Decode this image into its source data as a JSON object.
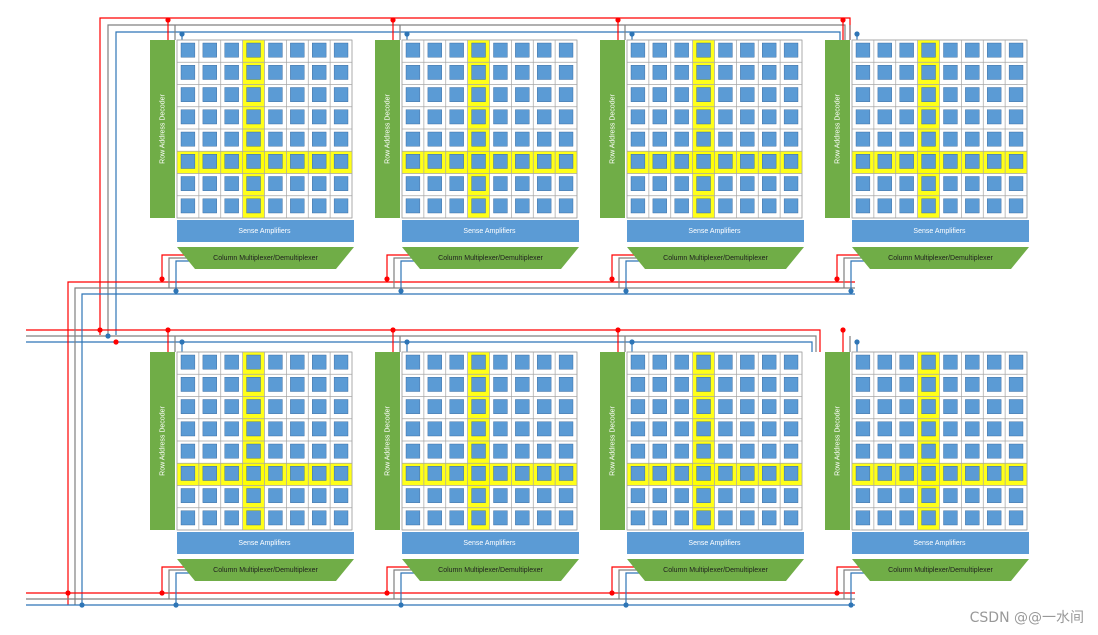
{
  "colors": {
    "decoder": "#70ad47",
    "sense": "#5b9bd5",
    "mux": "#70ad47",
    "cell": "#5b9bd5",
    "cell_border": "#2f5f94",
    "grid": "#a6a6a6",
    "highlight": "#ffff00",
    "bus_red": "#ff0000",
    "bus_blue": "#2e75b6",
    "bus_gray": "#808080",
    "text_light": "#ffffff",
    "text_dark": "#1f1f1f"
  },
  "bank": {
    "rows": 8,
    "cols": 8,
    "highlight_row": 5,
    "highlight_col": 3
  },
  "labels": {
    "row_decoder": "Row Address Decoder",
    "sense_amps": "Sense Amplifiers",
    "mux": "Column Multiplexer/Demultiplexer"
  },
  "banks": [
    {
      "id": "bank-0-0"
    },
    {
      "id": "bank-0-1"
    },
    {
      "id": "bank-0-2"
    },
    {
      "id": "bank-0-3"
    },
    {
      "id": "bank-1-0"
    },
    {
      "id": "bank-1-1"
    },
    {
      "id": "bank-1-2"
    },
    {
      "id": "bank-1-3"
    }
  ],
  "watermark": "CSDN @@一水间"
}
